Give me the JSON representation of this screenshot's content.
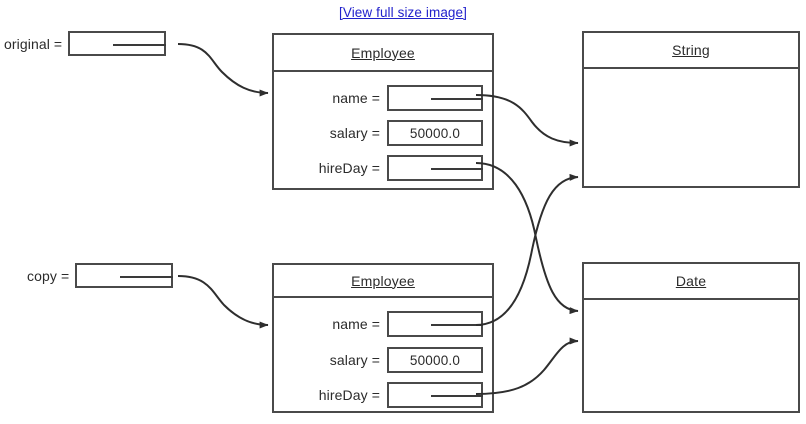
{
  "link": {
    "label": "[View full size image]",
    "color": "#2222cc"
  },
  "variables": [
    {
      "name": "original-variable",
      "label": "original =",
      "value": ""
    },
    {
      "name": "copy-variable",
      "label": "copy =",
      "value": ""
    }
  ],
  "objects": [
    {
      "id": "employee-original",
      "title": "Employee",
      "fields": [
        {
          "label": "name =",
          "value": ""
        },
        {
          "label": "salary =",
          "value": "50000.0"
        },
        {
          "label": "hireDay =",
          "value": ""
        }
      ]
    },
    {
      "id": "employee-copy",
      "title": "Employee",
      "fields": [
        {
          "label": "name =",
          "value": ""
        },
        {
          "label": "salary =",
          "value": "50000.0"
        },
        {
          "label": "hireDay =",
          "value": ""
        }
      ]
    },
    {
      "id": "string-object",
      "title": "String",
      "fields": []
    },
    {
      "id": "date-object",
      "title": "Date",
      "fields": []
    }
  ],
  "references": [
    {
      "from": "original-variable",
      "to": "employee-original"
    },
    {
      "from": "copy-variable",
      "to": "employee-copy"
    },
    {
      "from": "employee-original.name",
      "to": "string-object"
    },
    {
      "from": "employee-copy.name",
      "to": "string-object"
    },
    {
      "from": "employee-original.hireDay",
      "to": "date-object"
    },
    {
      "from": "employee-copy.hireDay",
      "to": "date-object"
    }
  ],
  "colors": {
    "stroke": "#4a4a4a",
    "arrow": "#2e2e2e",
    "text": "#2b2b2b",
    "background": "#ffffff"
  }
}
